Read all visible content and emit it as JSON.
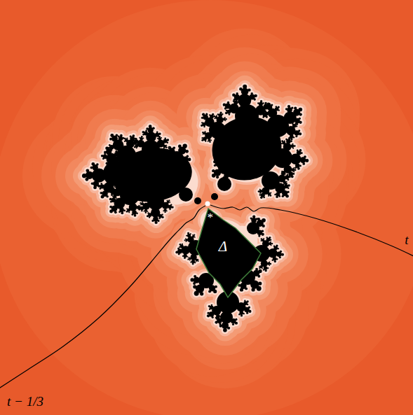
{
  "diagram": {
    "nodes": [
      {
        "text": [
          "Δ"
        ]
      }
    ],
    "labels": [
      "*",
      "t",
      "t − 1/3"
    ]
  }
}
